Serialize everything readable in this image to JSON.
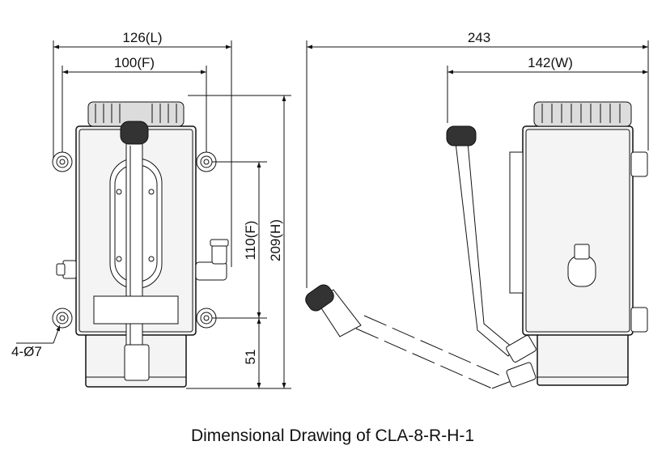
{
  "drawing": {
    "dimensions": {
      "overall_length": "126(L)",
      "flange_width": "100(F)",
      "overall_depth": "243",
      "body_width": "142(W)",
      "flange_height": "110(F)",
      "overall_height": "209(H)",
      "base_height": "51",
      "mounting_holes": "4-Ø7"
    },
    "caption": "Dimensional Drawing of CLA-8-R-H-1"
  }
}
